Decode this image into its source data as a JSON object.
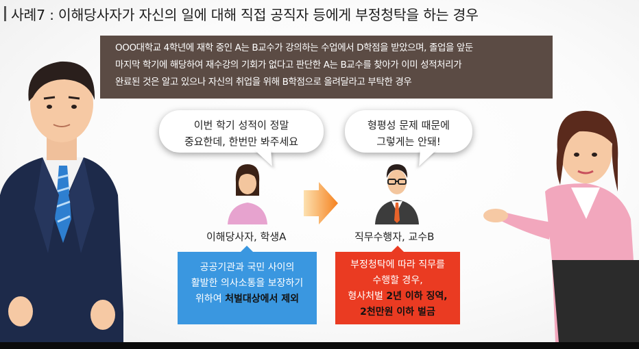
{
  "title": "사례7 : 이해당사자가 자신의 일에 대해 직접 공직자 등에게 부정청탁을 하는 경우",
  "case_box": {
    "lines": [
      "OOO대학교 4학년에 재학 중인 A는 B교수가 강의하는 수업에서 D학점을 받았으며, 졸업을 앞둔",
      "마지막 학기에 해당하여 재수강의 기회가 없다고 판단한 A는 B교수를 찾아가 이미 성적처리가",
      "완료된 것은 알고 있으나 자신의 취업을 위해 B학점으로 올려달라고 부탁한 경우"
    ]
  },
  "bubble_left": {
    "lines": [
      "이번 학기 성적이 정말",
      "중요한데, 한번만 봐주세요"
    ]
  },
  "bubble_right": {
    "lines": [
      "형평성 문제 때문에",
      "그렇게는 안돼!"
    ]
  },
  "captions": {
    "student": "이해당사자, 학생A",
    "professor": "직무수행자, 교수B"
  },
  "info_blue": {
    "lines": [
      "공공기관과 국민 사이의",
      "활발한 의사소통을 보장하기"
    ],
    "line3_prefix": "위하여 ",
    "line3_highlight": "처벌대상에서 제외"
  },
  "info_red": {
    "lines": [
      "부정청탁에 따라 직무를",
      "수행할 경우,"
    ],
    "line3_prefix": "형사처벌 ",
    "line3_highlight": "2년 이하 징역,",
    "line4_highlight": "2천만원 이하 벌금"
  },
  "colors": {
    "case_box_bg": "#5b4b44",
    "info_blue_bg": "#3a97e0",
    "info_red_bg": "#ea3b22",
    "arrow": "#f58220"
  }
}
